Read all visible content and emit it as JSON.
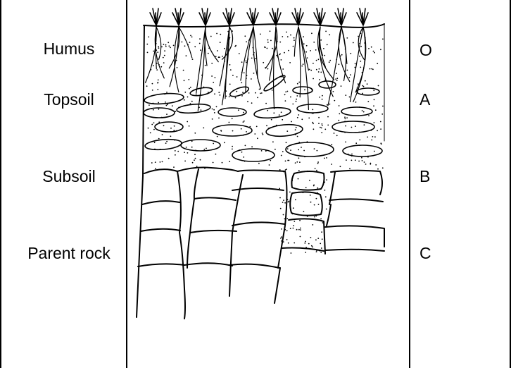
{
  "table": {
    "columns": [
      "names",
      "illustration",
      "letters"
    ]
  },
  "layers": [
    {
      "name": "Humus",
      "letter": "O"
    },
    {
      "name": "Topsoil",
      "letter": "A"
    },
    {
      "name": "Subsoil",
      "letter": "B"
    },
    {
      "name": "Parent rock",
      "letter": "C"
    }
  ],
  "colors": {
    "line": "#000000",
    "background": "#ffffff"
  }
}
